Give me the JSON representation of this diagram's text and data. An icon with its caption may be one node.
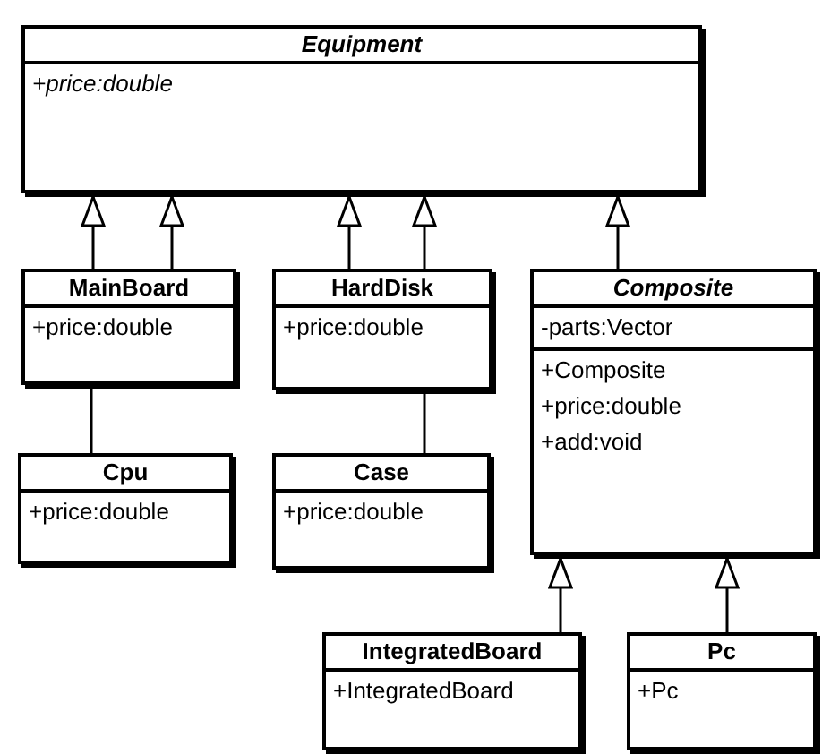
{
  "diagram": {
    "nodes": [
      {
        "text": [
          "Equipment",
          "+price:double"
        ]
      },
      {
        "text": [
          "MainBoard",
          "+price:double"
        ]
      },
      {
        "text": [
          "HardDisk",
          "+price:double"
        ]
      },
      {
        "text": [
          "Composite",
          "-parts:Vector",
          "+Composite",
          "+price:double",
          "+add:void"
        ]
      },
      {
        "text": [
          "Cpu",
          "+price:double"
        ]
      },
      {
        "text": [
          "Case",
          "+price:double"
        ]
      },
      {
        "text": [
          "IntegratedBoard",
          "+IntegratedBoard"
        ]
      },
      {
        "text": [
          "Pc",
          "+Pc"
        ]
      }
    ],
    "edges": [
      {
        "from": 1,
        "to": 0,
        "arrow": "to"
      },
      {
        "from": 1,
        "to": 0,
        "arrow": "to"
      },
      {
        "from": 2,
        "to": 0,
        "arrow": "to"
      },
      {
        "from": 2,
        "to": 0,
        "arrow": "to"
      },
      {
        "from": 3,
        "to": 0,
        "arrow": "to"
      },
      {
        "from": 1,
        "to": 4,
        "arrow": "none"
      },
      {
        "from": 2,
        "to": 5,
        "arrow": "none"
      },
      {
        "from": 6,
        "to": 3,
        "arrow": "to"
      },
      {
        "from": 7,
        "to": 3,
        "arrow": "to"
      }
    ]
  }
}
